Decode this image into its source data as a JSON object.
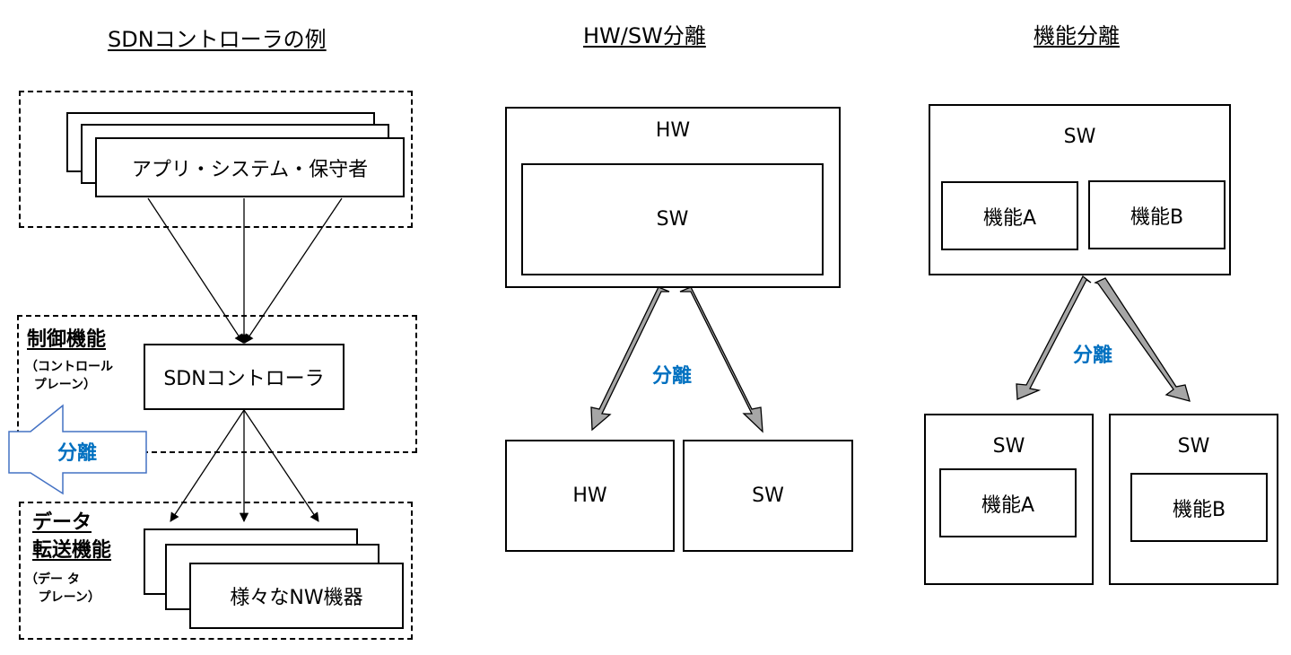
{
  "sections": {
    "sdn": {
      "title": "SDNコントローラの例",
      "apps_label": "アプリ・システム・保守者",
      "control_title": "制御機能",
      "control_sub": "（コントロール\n  プレーン）",
      "controller_label": "SDNコントローラ",
      "separation_label": "分離",
      "data_title_1": "データ",
      "data_title_2": "転送機能",
      "data_sub": "（デー タ\n   プレーン）",
      "devices_label": "様々なNW機器"
    },
    "hwsw": {
      "title": "HW/SW分離",
      "outer_label": "HW",
      "inner_label": "SW",
      "separation_label": "分離",
      "result_left": "HW",
      "result_right": "SW"
    },
    "func": {
      "title": "機能分離",
      "outer_label": "SW",
      "func_a": "機能A",
      "func_b": "機能B",
      "separation_label": "分離",
      "left_sw": "SW",
      "left_func": "機能A",
      "right_sw": "SW",
      "right_func": "機能B"
    }
  },
  "colors": {
    "accent_text": "#0070c0",
    "callout_fill": "#ffffff",
    "callout_stroke": "#4472c4",
    "arrow_fill": "#a6a6a6"
  }
}
